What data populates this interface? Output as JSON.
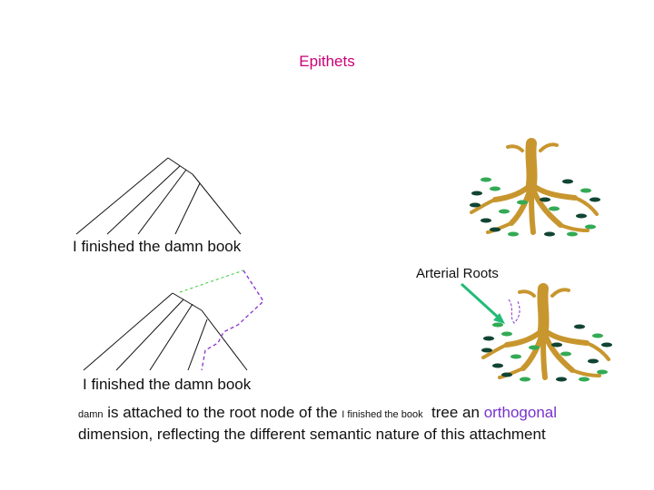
{
  "title": {
    "text": "Epithets",
    "color": "#cc0077"
  },
  "diagram1": {
    "sentence": "I finished the damn book"
  },
  "diagram2": {
    "sentence": "I finished the damn book"
  },
  "tree_label": {
    "text": "Arterial Roots",
    "arrow_color": "#22bb77"
  },
  "caption": {
    "word_small": "damn",
    "part1": " is attached to the root node of the ",
    "phrase_small": "I finished the book",
    "part2": "  tree an ",
    "highlight": "orthogonal",
    "highlight_color": "#7733cc",
    "line2": "dimension, reflecting the different semantic nature of this attachment"
  },
  "colors": {
    "trunk": "#c8962e",
    "leaf_green": "#33aa55",
    "leaf_dark": "#114433",
    "dashed_green": "#33cc33",
    "dashed_purple": "#8833cc"
  }
}
